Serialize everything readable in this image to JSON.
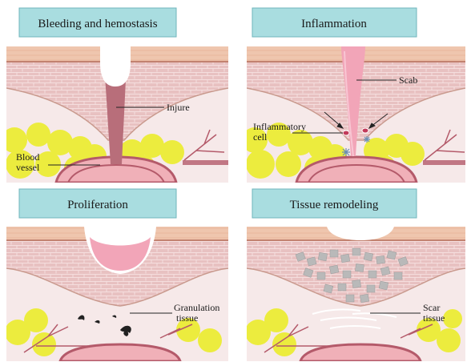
{
  "panels": [
    {
      "title": "Bleeding and hemostasis",
      "labels": {
        "injure": "Injure",
        "blood": "Blood",
        "vessel": "vessel"
      }
    },
    {
      "title": "Inflammation",
      "labels": {
        "scab": "Scab",
        "inflammatory": "Inflammatory",
        "cell": "cell"
      }
    },
    {
      "title": "Proliferation",
      "labels": {
        "granulation": "Granulation",
        "tissue": "tissue"
      }
    },
    {
      "title": "Tissue remodeling",
      "labels": {
        "scar": "Scar",
        "tissue": "tissue"
      }
    }
  ],
  "colors": {
    "title_box": "#a9dde0",
    "epidermis": "#efc6ae",
    "dermis_line": "#c99a8e",
    "dermis": "#e8c1c1",
    "fat": "#ecec3e",
    "vessel": "#b45a6a",
    "wound": "#b86e7a",
    "scab": "#f2a5b8",
    "scar": "#b9b9b9"
  }
}
